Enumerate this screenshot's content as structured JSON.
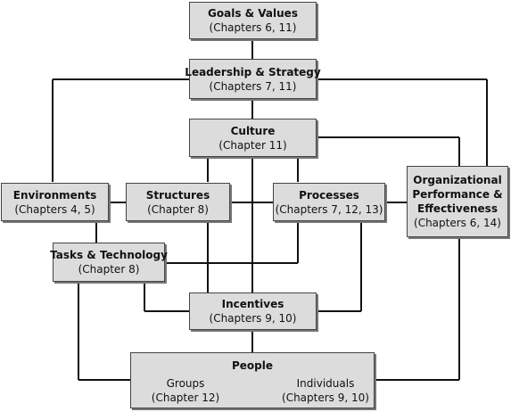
{
  "diagram": {
    "goals_values": {
      "title": "Goals & Values",
      "subtitle": "(Chapters 6, 11)"
    },
    "leadership_strategy": {
      "title": "Leadership & Strategy",
      "subtitle": "(Chapters 7, 11)"
    },
    "culture": {
      "title": "Culture",
      "subtitle": "(Chapter 11)"
    },
    "environments": {
      "title": "Environments",
      "subtitle": "(Chapters 4, 5)"
    },
    "structures": {
      "title": "Structures",
      "subtitle": "(Chapter 8)"
    },
    "processes": {
      "title": "Processes",
      "subtitle": "(Chapters 7, 12, 13)"
    },
    "org_performance": {
      "title_lines": [
        "Organizational",
        "Performance &",
        "Effectiveness"
      ],
      "subtitle": "(Chapters 6, 14)"
    },
    "tasks_technology": {
      "title": "Tasks & Technology",
      "subtitle": "(Chapter 8)"
    },
    "incentives": {
      "title": "Incentives",
      "subtitle": "(Chapters 9, 10)"
    },
    "people": {
      "title": "People",
      "groups": {
        "title": "Groups",
        "subtitle": "(Chapter 12)"
      },
      "individuals": {
        "title": "Individuals",
        "subtitle": "(Chapters 9, 10)"
      }
    }
  },
  "colors": {
    "box_fill": "#dcdcdc",
    "box_border": "#444444",
    "line": "#111111"
  }
}
